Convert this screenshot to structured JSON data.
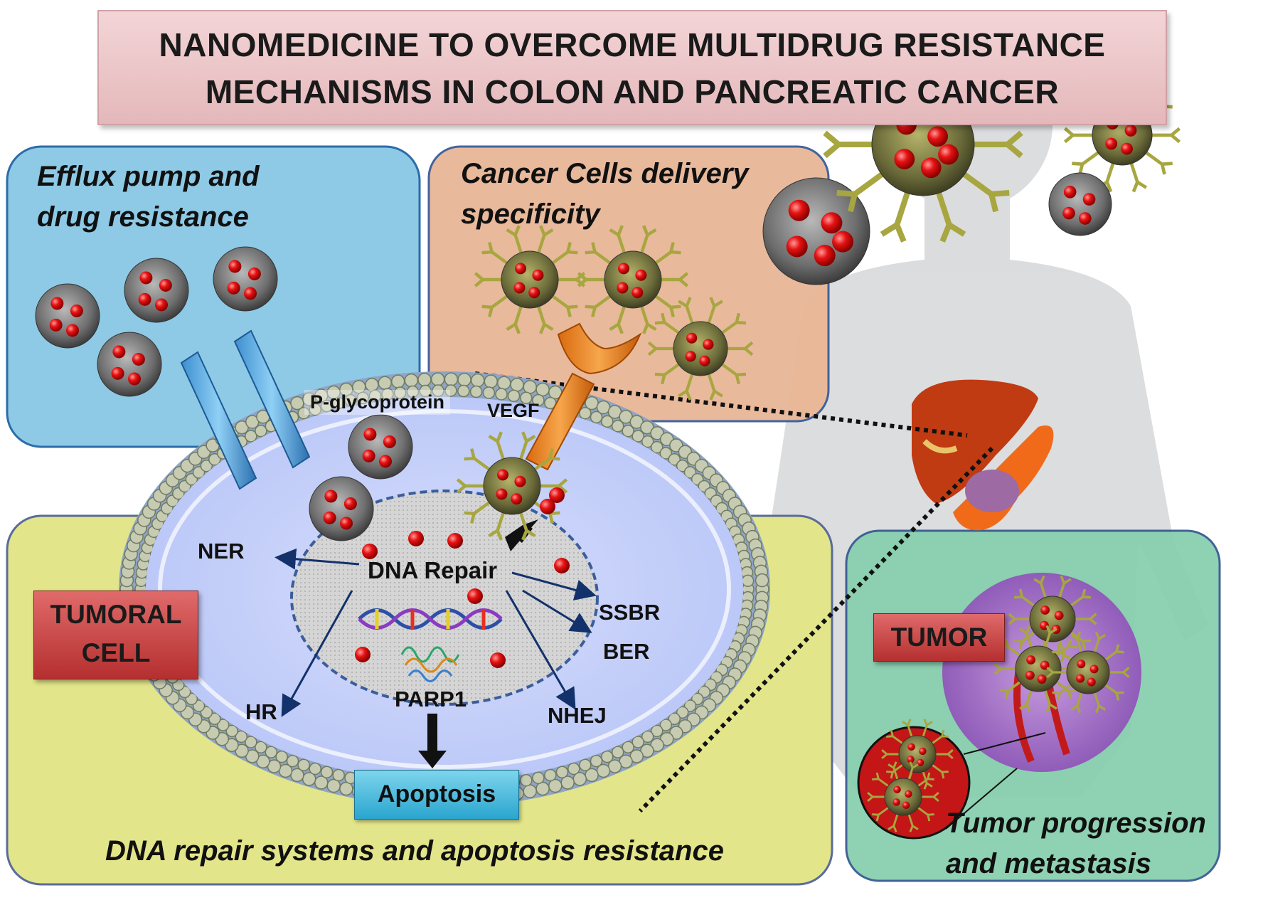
{
  "title": {
    "line1": "NANOMEDICINE TO OVERCOME MULTIDRUG RESISTANCE",
    "line2": "MECHANISMS IN COLON AND PANCREATIC CANCER"
  },
  "panels": {
    "efflux": {
      "line1": "Efflux pump and",
      "line2": "drug resistance"
    },
    "delivery": {
      "line1": "Cancer Cells delivery",
      "line2": "specificity"
    },
    "dna": {
      "caption": "DNA repair systems and apoptosis resistance"
    },
    "tumor": {
      "line1": "Tumor progression",
      "line2": "and metastasis"
    }
  },
  "cell": {
    "pgp": "P-glycoprotein",
    "vegf": "VEGF",
    "dna_repair": "DNA Repair",
    "parp1": "PARP1",
    "apoptosis": "Apoptosis",
    "pathways": {
      "ner": "NER",
      "hr": "HR",
      "ssbr": "SSBR",
      "ber": "BER",
      "nhej": "NHEJ"
    }
  },
  "labels": {
    "tumoral_line1": "TUMORAL",
    "tumoral_line2": "CELL",
    "tumor": "TUMOR"
  },
  "colors": {
    "title_bg": "#eccbcd",
    "efflux_panel": "#8ecae6",
    "delivery_panel": "#e9b797",
    "dna_panel": "#e3e58a",
    "tumor_panel": "#86cfae",
    "nanoparticle_core": "#6b6b3a",
    "drug_dot": "#e01010",
    "antibody": "#a7a640",
    "membrane": "#8fa5c8",
    "cytoplasm": "#c9d4fb"
  },
  "icons": {
    "nanoparticle": "nanoparticle-icon",
    "targeted_nanoparticle": "antibody-nanoparticle-icon",
    "efflux_pump": "p-glycoprotein-icon",
    "receptor": "vegf-receptor-icon",
    "dna": "dna-helix-icon",
    "protein": "parp1-protein-icon",
    "body": "human-body-icon",
    "liver": "liver-icon",
    "pancreas": "pancreas-icon",
    "tumor": "tumor-mass-icon"
  }
}
